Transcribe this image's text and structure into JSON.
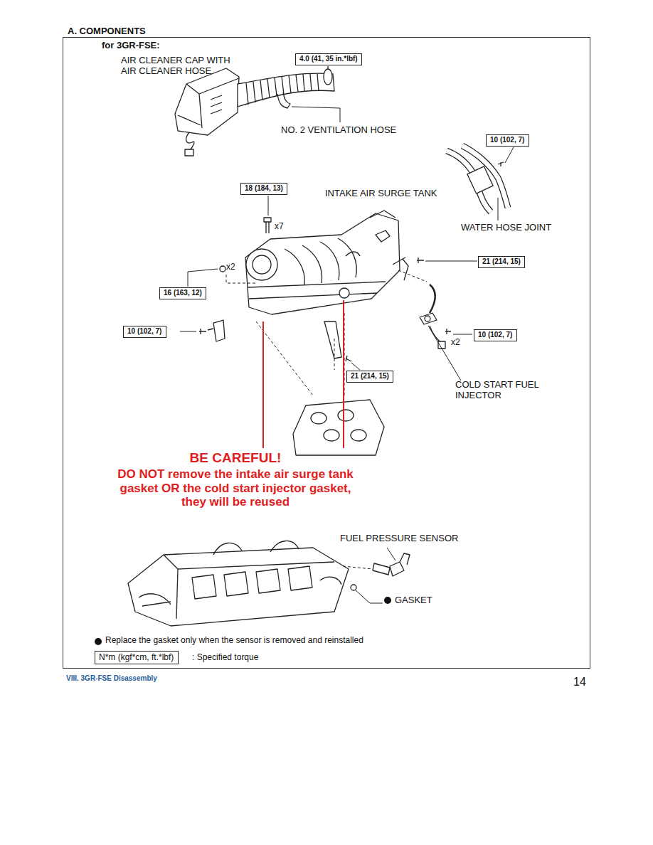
{
  "diagram": {
    "title": "A. COMPONENTS",
    "nodes": [
      {
        "text": [
          "for 3GR-FSE:"
        ]
      },
      {
        "text": [
          "4.0 (41, 35 in.*lbf)"
        ],
        "in": 0
      },
      {
        "text": [
          "10 (102, 7)"
        ],
        "in": 0
      },
      {
        "text": [
          "18 (184, 13)"
        ],
        "in": 0
      },
      {
        "text": [
          "21 (214, 15)"
        ],
        "in": 0
      },
      {
        "text": [
          "16 (163, 12)"
        ],
        "in": 0
      },
      {
        "text": [
          "10 (102, 7)"
        ],
        "in": 0
      },
      {
        "text": [
          "10 (102, 7)"
        ],
        "in": 0
      },
      {
        "text": [
          "21 (214, 15)"
        ],
        "in": 0
      },
      {
        "text": [
          "N*m (kgf*cm, ft.*lbf)"
        ],
        "in": 0
      }
    ],
    "labels": [
      "AIR CLEANER CAP WITH AIR CLEANER HOSE",
      "NO. 2 VENTILATION HOSE",
      "INTAKE AIR SURGE TANK",
      "x7",
      "WATER HOSE JOINT",
      "x2",
      "x2",
      "COLD START FUEL INJECTOR",
      "BE CAREFUL!",
      "DO NOT remove the intake air surge tank gasket OR the cold start injector gasket, they will be reused",
      "FUEL PRESSURE SENSOR",
      "GASKET",
      ": Specified torque",
      "VIII. 3GR-FSE Disassembly",
      "14"
    ],
    "legend": [
      {
        "text": "Replace the gasket only when the sensor is removed and reinstalled"
      }
    ]
  }
}
